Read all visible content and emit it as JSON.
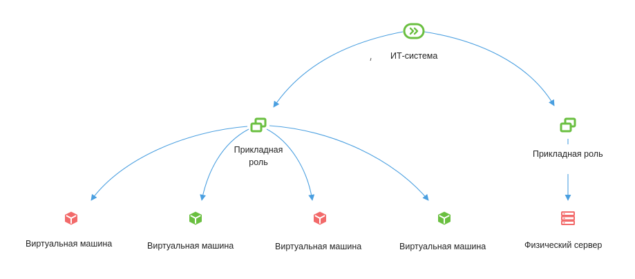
{
  "colors": {
    "edge": "#4a9fe0",
    "green": "#6abf40",
    "red": "#f26a6a",
    "text": "#222222"
  },
  "nodes": {
    "it_system": {
      "label": "ИТ-система",
      "icon": "it-system-icon"
    },
    "role_left": {
      "label": "Прикладная роль",
      "icon": "application-role-icon"
    },
    "role_right": {
      "label": "Прикладная роль",
      "icon": "application-role-icon"
    },
    "vm1": {
      "label": "Виртуальная машина",
      "icon": "cube-icon",
      "status": "red"
    },
    "vm2": {
      "label": "Виртуальная машина",
      "icon": "cube-icon",
      "status": "green"
    },
    "vm3": {
      "label": "Виртуальная машина",
      "icon": "cube-icon",
      "status": "red"
    },
    "vm4": {
      "label": "Виртуальная машина",
      "icon": "cube-icon",
      "status": "green"
    },
    "server": {
      "label": "Физический сервер",
      "icon": "server-icon",
      "status": "red"
    }
  },
  "edges": [
    {
      "from": "it_system",
      "to": "role_left"
    },
    {
      "from": "it_system",
      "to": "role_right"
    },
    {
      "from": "role_left",
      "to": "vm1"
    },
    {
      "from": "role_left",
      "to": "vm2"
    },
    {
      "from": "role_left",
      "to": "vm3"
    },
    {
      "from": "role_left",
      "to": "vm4"
    },
    {
      "from": "role_right",
      "to": "server"
    }
  ]
}
